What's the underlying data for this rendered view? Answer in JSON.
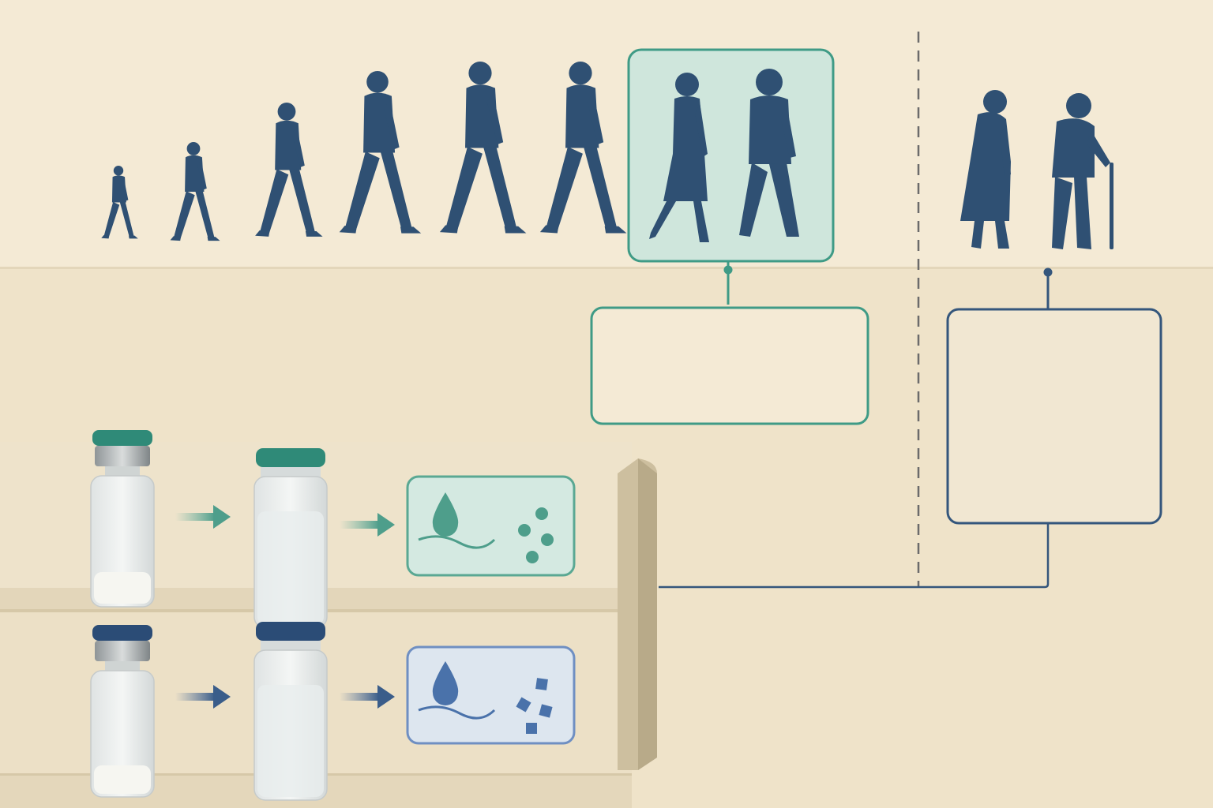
{
  "colors": {
    "background": "#f4ead5",
    "panel": "#efe3c9",
    "silhouette": "#2f5073",
    "teal": "#3f9b86",
    "teal_fill": "#cfe6dc",
    "navy": "#34567c",
    "blue_fill": "#dfe7ee",
    "shelf": "#e9ddc4",
    "divider_board": "#cdbf9f"
  },
  "timeline": {
    "figures": [
      {
        "name": "toddler",
        "highlighted": false
      },
      {
        "name": "child",
        "highlighted": false
      },
      {
        "name": "preteen",
        "highlighted": false
      },
      {
        "name": "teen",
        "highlighted": false
      },
      {
        "name": "young-adult",
        "highlighted": false
      },
      {
        "name": "adult",
        "highlighted": false
      },
      {
        "name": "adult-woman",
        "highlighted": true
      },
      {
        "name": "adult-man",
        "highlighted": true
      },
      {
        "name": "elderly-woman",
        "highlighted": false
      },
      {
        "name": "elderly-man-with-cane",
        "highlighted": false
      }
    ]
  },
  "callouts": {
    "adult_box": {
      "text": ""
    },
    "elderly_box": {
      "text": ""
    }
  },
  "process_rows": [
    {
      "theme": "teal",
      "steps": [
        "powder-vial-icon",
        "arrow-icon",
        "liquid-vial-icon",
        "arrow-icon",
        "droplet-spheres-card-icon"
      ]
    },
    {
      "theme": "navy",
      "steps": [
        "powder-vial-icon",
        "arrow-icon",
        "liquid-vial-icon",
        "arrow-icon",
        "droplet-cubes-card-icon"
      ]
    }
  ]
}
